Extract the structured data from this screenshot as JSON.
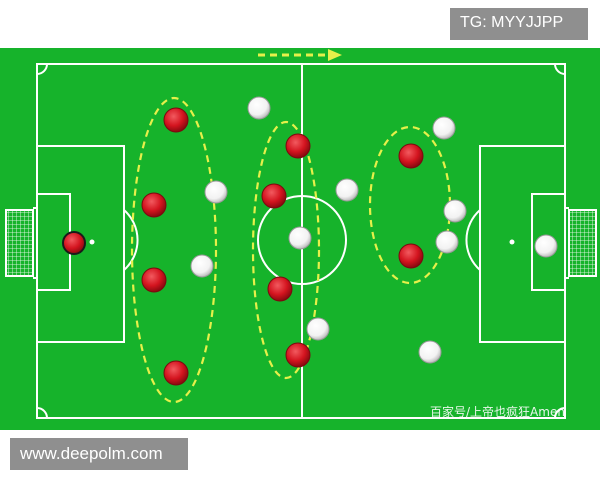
{
  "overlay": {
    "telegram_tag": "TG: MYYJJPP",
    "site_tag": "www.deepolm.com",
    "watermark": "百家号/上帝也疯狂Amen"
  },
  "colors": {
    "pitch_green": "#16b32b",
    "line_white": "#ffffff",
    "zone_yellow": "#e6f04a",
    "arrow_yellow": "#e6f04a",
    "team_red": "#d4141f",
    "team_white": "#ffffff",
    "tag_gray": "#8f8f8f"
  },
  "diagram": {
    "attack_direction": "right",
    "formation_groups": [
      "defense",
      "midfield",
      "attack"
    ]
  }
}
